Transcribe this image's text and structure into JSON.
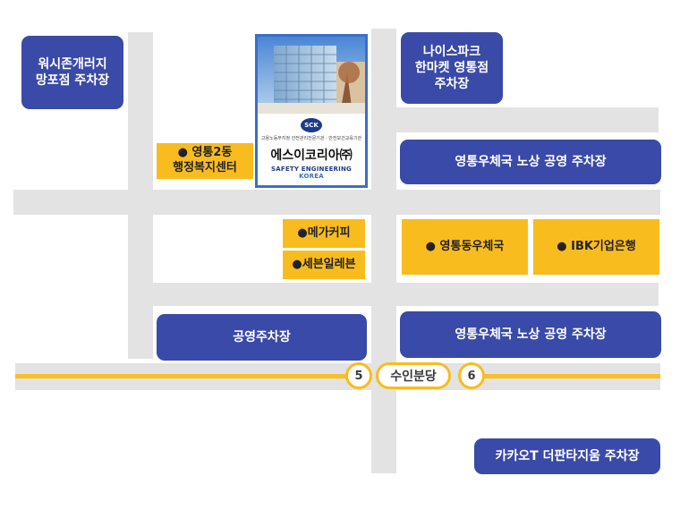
{
  "parking_lots": {
    "wash_zone": "워시존개러지\n망포점 주차장",
    "nice_spa": "나이스파크\n한마켓 영통점\n주차장",
    "post_office_north": "영통우체국 노상 공영 주차장",
    "public": "공영주차장",
    "post_office_south": "영통우체국 노상 공영 주차장",
    "kakao": "카카오T 더판타지움 주차장"
  },
  "landmarks": {
    "community_center": "● 영통2동\n행정복지센터",
    "mega_coffee": "●메가커피",
    "seven_eleven": "●세븐일레븐",
    "post_office": "● 영통동우체국",
    "ibk": "● IBK기업은행"
  },
  "company": {
    "logo": "SCK",
    "subtitle": "고용노동부지정 안전관리전문기관 · 안전보건교육기관",
    "name_ko": "에스이코리아㈜",
    "name_en": "SAFETY ENGINEERING",
    "name_en_accent": "KOREA"
  },
  "subway": {
    "exit_left": "5",
    "station": "수인분당",
    "exit_right": "6"
  },
  "colors": {
    "road": "#e3e3e3",
    "parking_blue": "#3a4aa8",
    "landmark_yellow": "#f9bc1f",
    "subway_yellow": "#fbbf24"
  }
}
